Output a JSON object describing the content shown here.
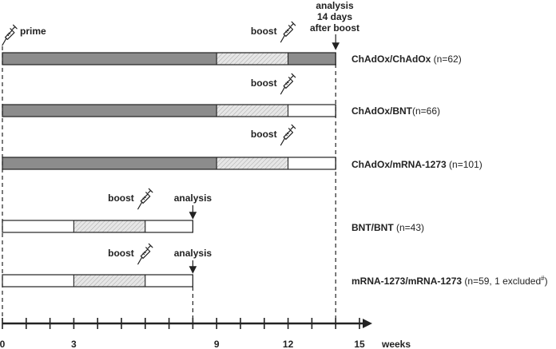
{
  "labels": {
    "prime": "prime",
    "boost": "boost",
    "analysis": "analysis",
    "analysis_14_line1": "analysis",
    "analysis_14_line2": "14 days",
    "analysis_14_line3": "after boost",
    "weeks": "weeks"
  },
  "axis": {
    "min": 0,
    "max": 15,
    "ticks": [
      0,
      3,
      9,
      12,
      15
    ],
    "minor_tick_step": 1
  },
  "colors": {
    "primed": "#8c8c8c",
    "boost_fill": "#e6e6e6",
    "empty": "#ffffff",
    "line": "#222222"
  },
  "rows": [
    {
      "name_bold": "ChAdOx/ChAdOx",
      "name_rest": " (n=62)",
      "segments": [
        {
          "from": 0,
          "to": 9,
          "kind": "primed"
        },
        {
          "from": 9,
          "to": 12,
          "kind": "boost"
        },
        {
          "from": 12,
          "to": 14,
          "kind": "primed"
        }
      ],
      "end": 14,
      "boost_at": 12,
      "analysis_at": 14
    },
    {
      "name_bold": "ChAdOx/BNT",
      "name_rest": "(n=66)",
      "segments": [
        {
          "from": 0,
          "to": 9,
          "kind": "primed"
        },
        {
          "from": 9,
          "to": 12,
          "kind": "boost"
        },
        {
          "from": 12,
          "to": 14,
          "kind": "empty"
        }
      ],
      "end": 14,
      "boost_at": 12,
      "analysis_at": 14
    },
    {
      "name_bold": "ChAdOx/mRNA-1273",
      "name_rest": " (n=101)",
      "segments": [
        {
          "from": 0,
          "to": 9,
          "kind": "primed"
        },
        {
          "from": 9,
          "to": 12,
          "kind": "boost"
        },
        {
          "from": 12,
          "to": 14,
          "kind": "empty"
        }
      ],
      "end": 14,
      "boost_at": 12,
      "analysis_at": 14
    },
    {
      "name_bold": "BNT/BNT",
      "name_rest": " (n=43)",
      "segments": [
        {
          "from": 0,
          "to": 3,
          "kind": "empty"
        },
        {
          "from": 3,
          "to": 6,
          "kind": "boost"
        },
        {
          "from": 6,
          "to": 8,
          "kind": "empty"
        }
      ],
      "end": 8,
      "boost_at": 6,
      "analysis_at": 8
    },
    {
      "name_bold": "mRNA-1273/mRNA-1273",
      "name_rest": " (n=59, 1 excluded",
      "name_sup": "#",
      "name_close": ")",
      "segments": [
        {
          "from": 0,
          "to": 3,
          "kind": "empty"
        },
        {
          "from": 3,
          "to": 6,
          "kind": "boost"
        },
        {
          "from": 6,
          "to": 8,
          "kind": "empty"
        }
      ],
      "end": 8,
      "boost_at": 6,
      "analysis_at": 8
    }
  ]
}
